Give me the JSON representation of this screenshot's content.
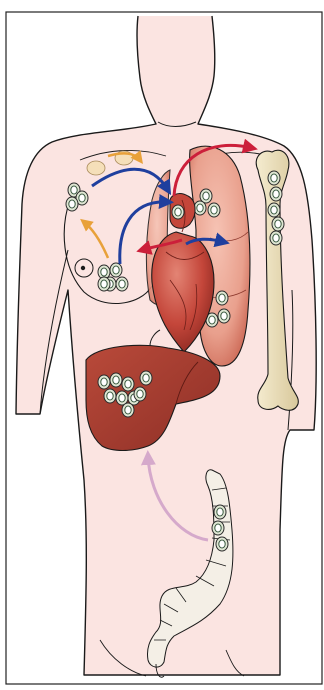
{
  "figure": {
    "colors": {
      "skin": "#fbe4e1",
      "outline": "#1a1a1a",
      "lung": "#e9a08d",
      "lung_dark": "#c9624f",
      "heart": "#c4463a",
      "heart_dark": "#8e2a22",
      "liver": "#a3382c",
      "liver_light": "#c45a48",
      "bone": "#efe4c2",
      "bone_shade": "#d8c89b",
      "colon": "#f4efe6",
      "breast_spots": "#f5dfb9",
      "arrow_blue": "#1f3f9e",
      "arrow_red": "#cc1f3a",
      "arrow_orange": "#e8a13a",
      "arrow_pink": "#d5a9cb",
      "lesion_fill": "#dfe6d3",
      "lesion_ring": "#3a5a40"
    },
    "organs": [
      "body-outline",
      "left-breast",
      "lungs",
      "heart",
      "liver",
      "humerus-bone",
      "colon"
    ]
  }
}
